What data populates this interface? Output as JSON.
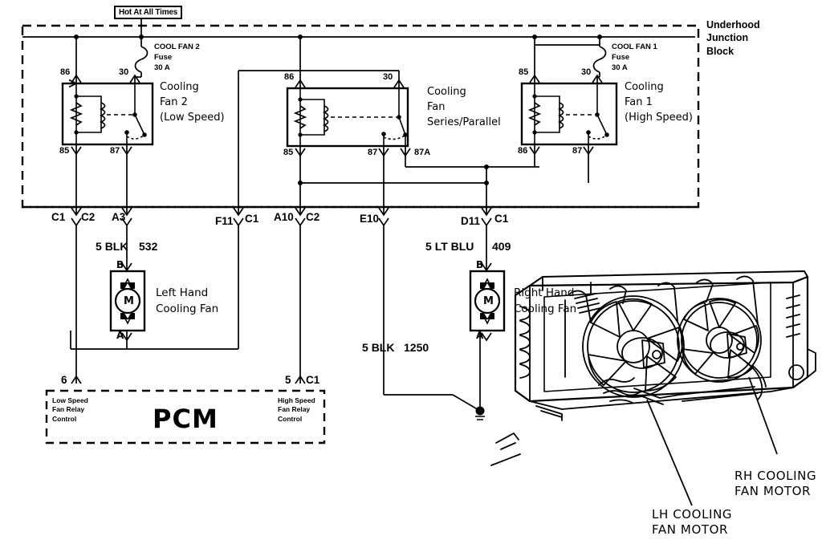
{
  "diagram": {
    "title_box": "Hot At All Times",
    "junction_block_label": "Underhood\nJunction\nBlock",
    "pcm_label": "PCM",
    "pcm_pin_left_fn": "Low Speed\nFan Relay\nControl",
    "pcm_pin_right_fn": "High Speed\nFan Relay\nControl",
    "pcm_pin_left_num": "6",
    "pcm_pin_right_num": "5",
    "pcm_pin_right_conn": "C1"
  },
  "fuses": [
    {
      "name": "COOL FAN 2",
      "word_fuse": "Fuse",
      "rating": "30 A"
    },
    {
      "name": "COOL FAN 1",
      "word_fuse": "Fuse",
      "rating": "30 A"
    }
  ],
  "relays": [
    {
      "name": "Cooling\nFan 2\n(Low Speed)",
      "terminals": {
        "top_left": "86",
        "top_right": "30",
        "bottom_left": "85",
        "bottom_right": "87"
      }
    },
    {
      "name": "Cooling\nFan\nSeries/Parallel",
      "terminals": {
        "top_left": "86",
        "top_right": "30",
        "bottom_left": "85",
        "bottom_mid": "87",
        "bottom_right": "87A"
      }
    },
    {
      "name": "Cooling\nFan 1\n(High Speed)",
      "terminals": {
        "top_left": "85",
        "top_right": "30",
        "bottom_left": "86",
        "bottom_right": "87"
      }
    }
  ],
  "connectors": [
    {
      "pin": "C1",
      "cav": "C2"
    },
    {
      "pin": "A3",
      "cav": ""
    },
    {
      "pin": "F11",
      "cav": "C1"
    },
    {
      "pin": "A10",
      "cav": "C2"
    },
    {
      "pin": "E10",
      "cav": ""
    },
    {
      "pin": "D11",
      "cav": "C1"
    }
  ],
  "wires": [
    {
      "gauge": "5",
      "color": "BLK",
      "circuit": "532"
    },
    {
      "gauge": "5",
      "color": "LT BLU",
      "circuit": "409"
    },
    {
      "gauge": "5",
      "color": "BLK",
      "circuit": "1250"
    }
  ],
  "motors": [
    {
      "label": "Left Hand\nCooling Fan",
      "symbol": "M",
      "pin_top": "B",
      "pin_bottom": "A"
    },
    {
      "label": "Right Hand\nCooling Fan",
      "symbol": "M",
      "pin_top": "B",
      "pin_bottom": "A"
    }
  ],
  "callouts": [
    {
      "text": "RH COOLING\nFAN MOTOR"
    },
    {
      "text": "LH COOLING\nFAN MOTOR"
    }
  ],
  "colors": {
    "line": "#000000",
    "background": "#ffffff"
  }
}
